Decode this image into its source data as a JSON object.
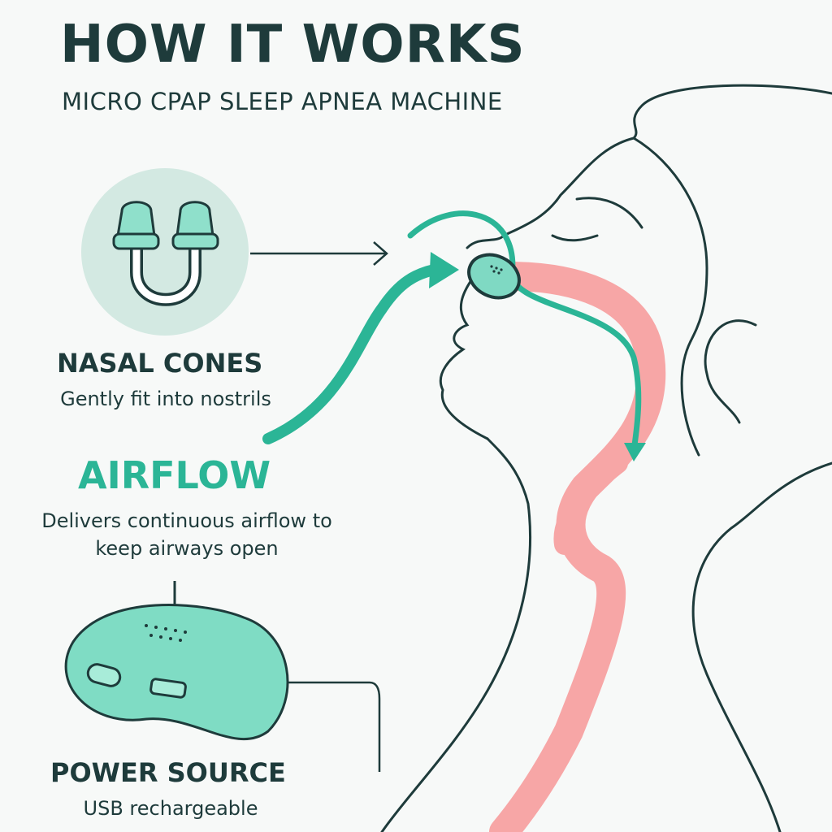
{
  "header": {
    "title": "HOW IT WORKS",
    "subtitle": "MICRO CPAP SLEEP APNEA MACHINE"
  },
  "callouts": [
    {
      "heading": "NASAL CONES",
      "description": "Gently fit into nostrils",
      "icon": "nasal-cones-icon"
    },
    {
      "heading": "AIRFLOW",
      "description": "Delivers continuous airflow to keep airways open"
    },
    {
      "heading": "POWER SOURCE",
      "description": "USB rechargeable",
      "icon": "power-device-icon"
    }
  ],
  "colors": {
    "ink": "#1e3b3b",
    "teal": "#2bb596",
    "pink": "#f7a6a6",
    "icon_circle": "#d3e9e2",
    "background": "#f7f9f8"
  }
}
